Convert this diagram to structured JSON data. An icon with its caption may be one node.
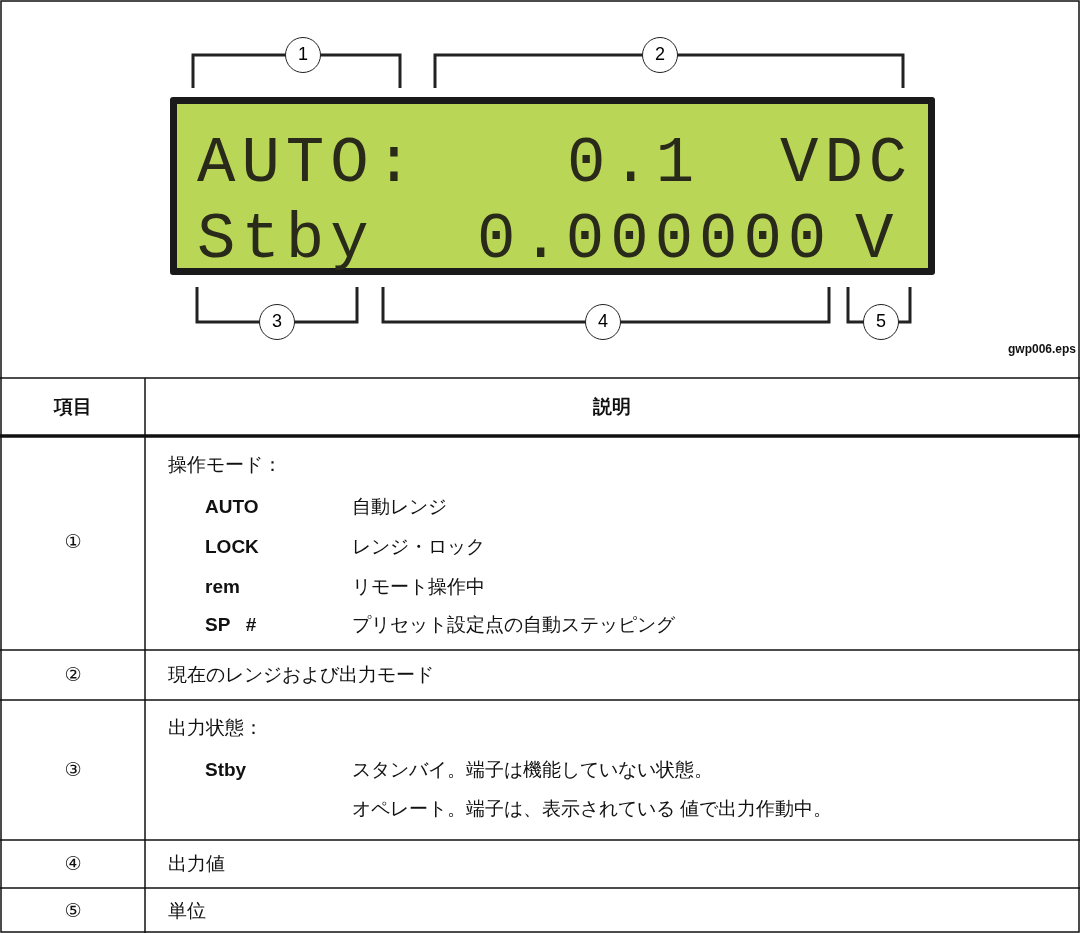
{
  "diagram": {
    "nodes": [
      {
        "text": [
          "AUTO:",
          "0.1",
          "VDC",
          "Stby",
          "0.000000",
          "V"
        ]
      },
      {
        "text": [
          "1"
        ]
      },
      {
        "text": [
          "2"
        ]
      },
      {
        "text": [
          "3"
        ]
      },
      {
        "text": [
          "4"
        ]
      },
      {
        "text": [
          "5"
        ]
      }
    ],
    "labels": [
      "gwp006.eps",
      "項目",
      "説明",
      "①",
      "操作モード：",
      "AUTO",
      "自動レンジ",
      "LOCK",
      "レンジ・ロック",
      "rem",
      "リモート操作中",
      "SP   #",
      "プリセット設定点の自動ステッピング",
      "②",
      "現在のレンジおよび出力モード",
      "③",
      "出力状態：",
      "Stby",
      "スタンバイ。端子は機能していない状態。",
      "オペレート。端子は、表示されている 値で出力作動中。",
      "④",
      "出力値",
      "⑤",
      "単位"
    ]
  }
}
